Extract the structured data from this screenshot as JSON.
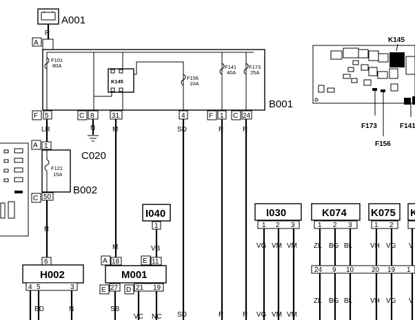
{
  "components": {
    "battery": "A001",
    "fuse_box": "B001",
    "relay": "K145",
    "ground": "C020",
    "fuse_holder": "B002",
    "h002": "H002",
    "m001": "M001",
    "i040": "I040",
    "i030": "I030",
    "k074": "K074",
    "k075": "K075",
    "k_partial": "K"
  },
  "connectors": {
    "A": "A",
    "F": "F",
    "C": "C",
    "E": "E",
    "D": "D"
  },
  "fuses": {
    "f101": "F101",
    "f101_rating": "80A",
    "f156": "F156",
    "f156_rating": "10A",
    "f141": "F141",
    "f141_rating": "40A",
    "f173": "F173",
    "f173_rating": "25A",
    "f121": "F121",
    "f121_rating": "15A"
  },
  "pins": {
    "p1": "1",
    "p2": "2",
    "p3": "3",
    "p4": "4",
    "p5": "5",
    "p6": "6",
    "p8": "8",
    "p9": "9",
    "p10": "10",
    "p11": "11",
    "p18": "18",
    "p19": "19",
    "p20": "20",
    "p21": "21",
    "p24": "24",
    "p27": "27",
    "p31": "31",
    "p50": "50"
  },
  "wires": {
    "R": "R",
    "LR": "LR",
    "N": "N",
    "M": "M",
    "SD": "SD",
    "VB": "VB",
    "SB": "SB",
    "BD": "BD",
    "VC": "VC",
    "NC": "NC",
    "VG": "VG",
    "VM": "VM",
    "ZL": "ZL",
    "BG": "BG",
    "BL": "BL",
    "VH": "VH",
    "V": "V"
  },
  "inset_labels": {
    "k145": "K145",
    "f173": "F173",
    "f156": "F156",
    "f141": "F141"
  }
}
